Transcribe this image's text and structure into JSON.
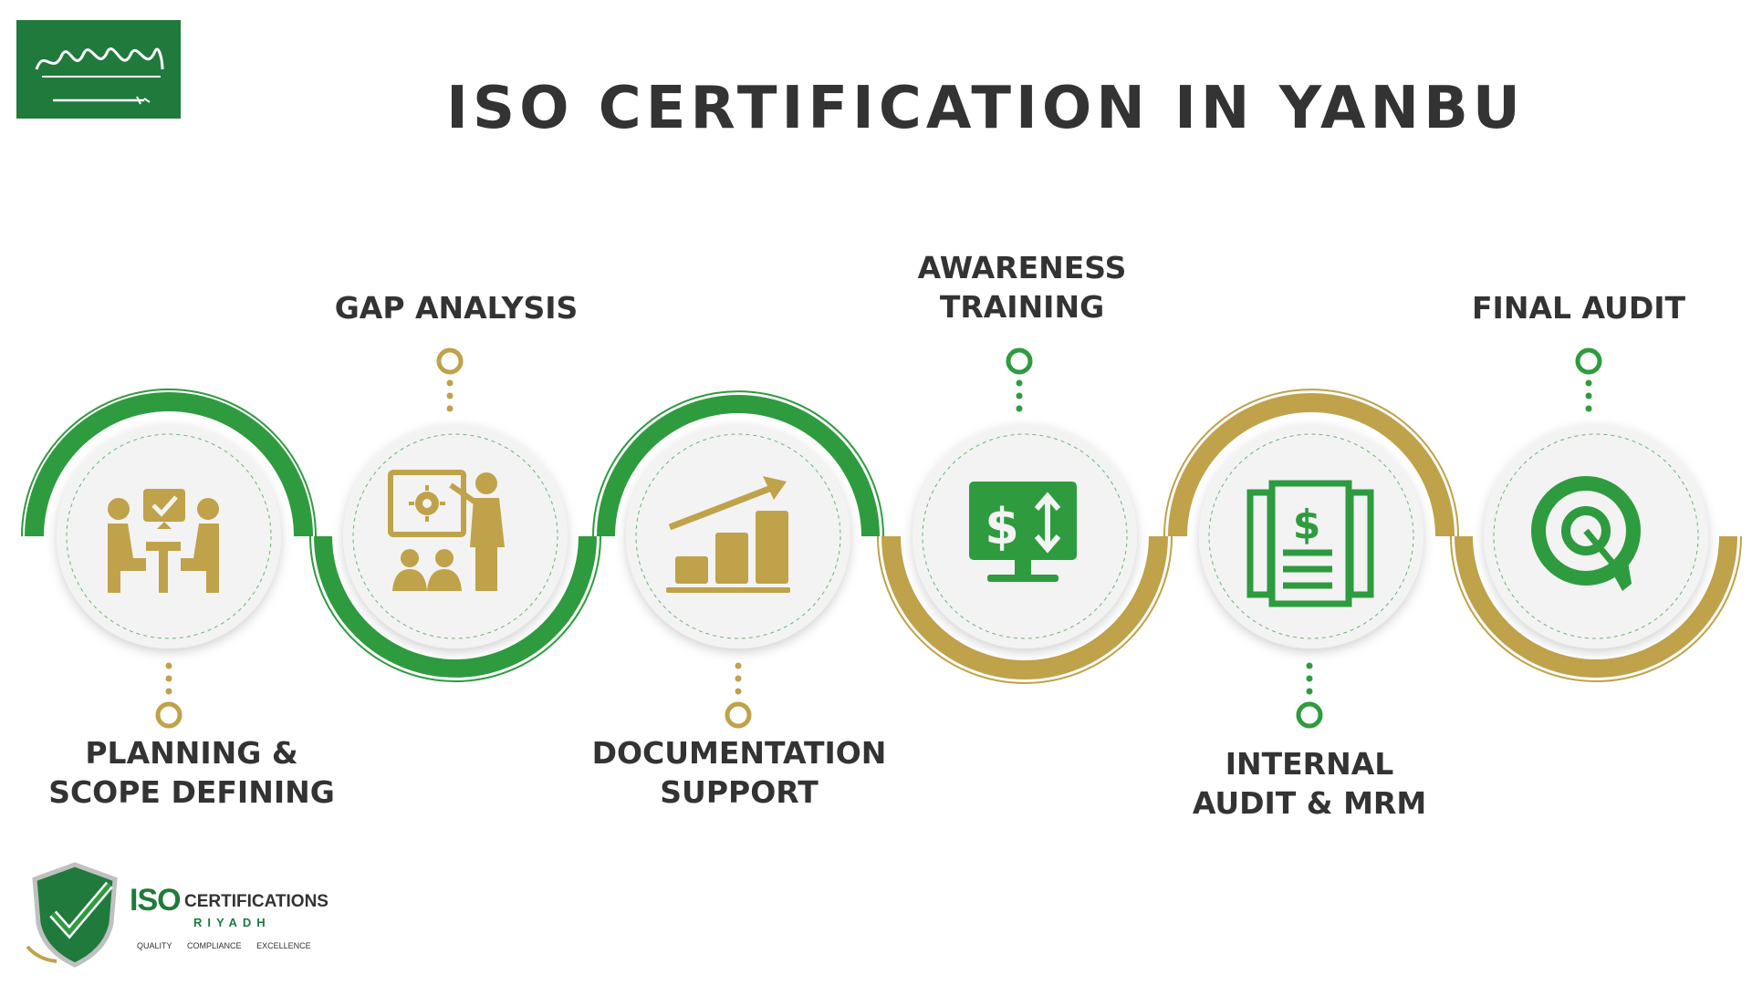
{
  "header": {
    "title": "ISO CERTIFICATION IN YANBU",
    "flag_icon": "saudi-arabia-flag-icon"
  },
  "colors": {
    "green": "#2e9b3f",
    "gold": "#bfa24a",
    "text": "#333333"
  },
  "steps": [
    {
      "label": "PLANNING &\nSCOPE DEFINING",
      "icon": "meeting-checklist-icon",
      "accent": "green",
      "icon_color": "gold"
    },
    {
      "label": "GAP ANALYSIS",
      "icon": "presentation-icon",
      "accent": "green",
      "icon_color": "gold"
    },
    {
      "label": "DOCUMENTATION\nSUPPORT",
      "icon": "growth-chart-icon",
      "accent": "green",
      "icon_color": "gold"
    },
    {
      "label": "AWARENESS\nTRAINING",
      "icon": "finance-monitor-icon",
      "accent": "gold",
      "icon_color": "green"
    },
    {
      "label": "INTERNAL\nAUDIT & MRM",
      "icon": "financial-document-icon",
      "accent": "gold",
      "icon_color": "green"
    },
    {
      "label": "FINAL AUDIT",
      "icon": "target-icon",
      "accent": "gold",
      "icon_color": "green"
    }
  ],
  "logo": {
    "brand": "ISO",
    "name": "CERTIFICATIONS",
    "city": "RIYADH",
    "tags": [
      "QUALITY",
      "COMPLIANCE",
      "EXCELLENCE"
    ],
    "icon": "shield-checkmark-icon"
  }
}
